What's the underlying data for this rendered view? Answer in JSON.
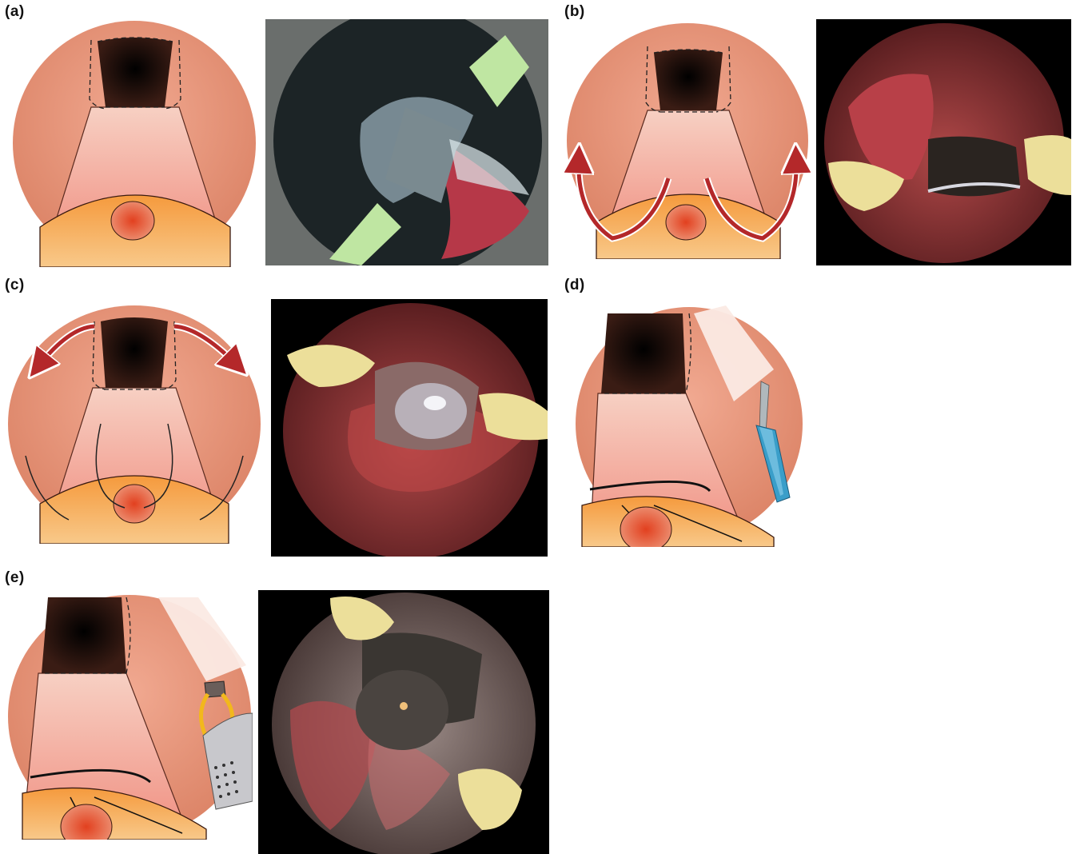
{
  "panels": [
    {
      "label": "(a)",
      "content": "illustration + endoscopic photo"
    },
    {
      "label": "(b)",
      "content": "illustration + endoscopic photo"
    },
    {
      "label": "(c)",
      "content": "illustration + endoscopic photo"
    },
    {
      "label": "(d)",
      "content": "illustration"
    },
    {
      "label": "(e)",
      "content": "illustration + endoscopic photo"
    }
  ],
  "colors": {
    "tissue": "#e08d73",
    "tissue_light": "#f2b2a0",
    "funnel": "#f5a99a",
    "floor": "#f3a04a",
    "nodule": "#de4a2b",
    "arrow": "#b4282a",
    "instrument_blue": "#3a9ec9",
    "loop_yellow": "#f2b81c",
    "photo_bg": "#000000"
  }
}
